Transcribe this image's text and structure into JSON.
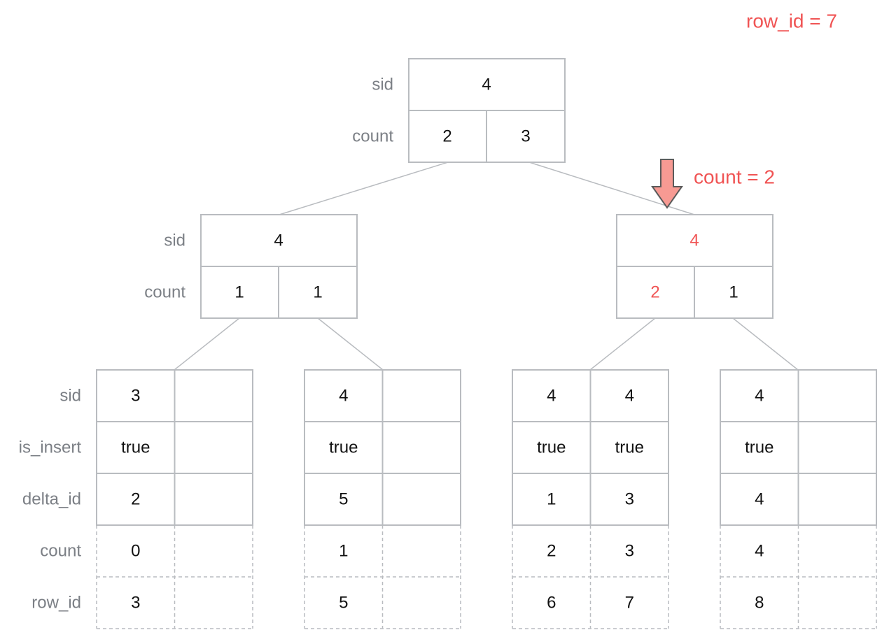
{
  "annotations": {
    "row_id": "row_id = 7",
    "count": "count = 2"
  },
  "colors": {
    "highlight": "#f05454",
    "arrow": "#f79a93",
    "grid": "#b9bcc0"
  },
  "root": {
    "labels": {
      "sid": "sid",
      "count": "count"
    },
    "sid": "4",
    "counts": [
      "2",
      "3"
    ]
  },
  "internal": [
    {
      "labels": {
        "sid": "sid",
        "count": "count"
      },
      "sid": "4",
      "counts": [
        "1",
        "1"
      ]
    },
    {
      "sid": "4",
      "counts": [
        "2",
        "1"
      ]
    }
  ],
  "leaf_labels": {
    "sid": "sid",
    "is_insert": "is_insert",
    "delta_id": "delta_id",
    "count": "count",
    "row_id": "row_id"
  },
  "leaves": [
    {
      "entries": [
        {
          "sid": "3",
          "is_insert": "true",
          "delta_id": "2",
          "count": "0",
          "row_id": "3"
        },
        null
      ]
    },
    {
      "entries": [
        {
          "sid": "4",
          "is_insert": "true",
          "delta_id": "5",
          "count": "1",
          "row_id": "5"
        },
        null
      ]
    },
    {
      "entries": [
        {
          "sid": "4",
          "is_insert": "true",
          "delta_id": "1",
          "count": "2",
          "row_id": "6"
        },
        {
          "sid": "4",
          "is_insert": "true",
          "delta_id": "3",
          "count": "3",
          "row_id": "7"
        }
      ]
    },
    {
      "entries": [
        {
          "sid": "4",
          "is_insert": "true",
          "delta_id": "4",
          "count": "4",
          "row_id": "8"
        },
        null
      ]
    }
  ]
}
